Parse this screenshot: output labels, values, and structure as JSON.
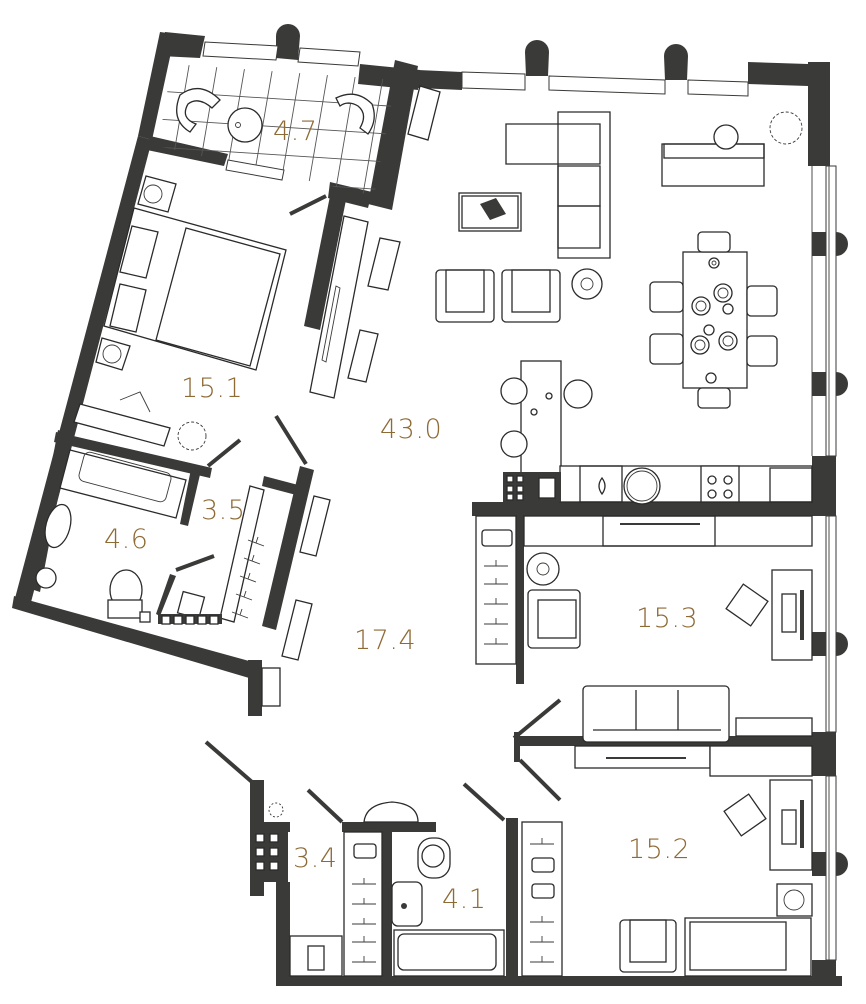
{
  "plan": {
    "type": "apartment floor plan",
    "label_color": "#8e6a35",
    "wall_color": "#3a3a38",
    "rooms": [
      {
        "id": "balcony",
        "area": "4.7",
        "kind": "balcony"
      },
      {
        "id": "bedroom",
        "area": "15.1",
        "kind": "bedroom"
      },
      {
        "id": "living-kitchen",
        "area": "43.0",
        "kind": "living room with kitchen"
      },
      {
        "id": "dressing-room-1",
        "area": "3.5",
        "kind": "wardrobe"
      },
      {
        "id": "bathroom-1",
        "area": "4.6",
        "kind": "bathroom"
      },
      {
        "id": "hallway",
        "area": "17.4",
        "kind": "hallway"
      },
      {
        "id": "bedroom-2",
        "area": "15.3",
        "kind": "bedroom / study"
      },
      {
        "id": "bedroom-3",
        "area": "15.2",
        "kind": "bedroom / study"
      },
      {
        "id": "dressing-room-2",
        "area": "3.4",
        "kind": "wardrobe"
      },
      {
        "id": "bathroom-2",
        "area": "4.1",
        "kind": "bathroom"
      }
    ],
    "furniture": [
      "double-bed",
      "nightstand",
      "vanity-table",
      "plant",
      "bathtub",
      "sink",
      "washing-machine",
      "toilet",
      "corner-sofa",
      "coffee-table",
      "armchair",
      "tv-console",
      "dining-table",
      "dining-chair",
      "bar-counter",
      "bar-stool",
      "kitchen-sink",
      "cooktop",
      "wardrobe-hangers",
      "radiator",
      "desk",
      "office-chair",
      "sofa",
      "single-bed"
    ]
  }
}
